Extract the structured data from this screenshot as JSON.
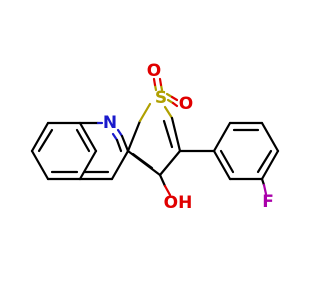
{
  "molecule": {
    "atoms": {
      "nitrogen": {
        "label": "N",
        "color": "#1a1acc"
      },
      "sulfur": {
        "label": "S",
        "color": "#b0a000"
      },
      "oxygen_top": {
        "label": "O",
        "color": "#e00000"
      },
      "oxygen_right": {
        "label": "O",
        "color": "#e00000"
      },
      "hydroxyl": {
        "label": "OH",
        "color": "#e00000"
      },
      "fluorine": {
        "label": "F",
        "color": "#aa00aa"
      }
    },
    "bond_color": "#000000",
    "background": "#ffffff"
  }
}
